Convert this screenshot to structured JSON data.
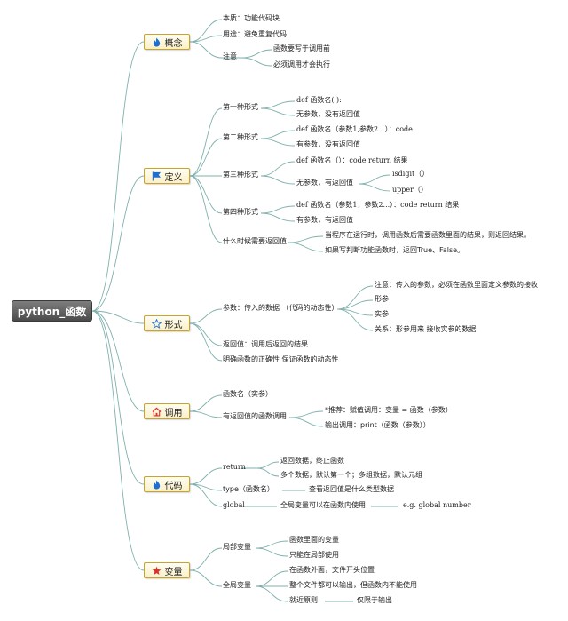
{
  "root": "python_函数",
  "branches": {
    "concept": {
      "label": "概念",
      "icon": "flame-icon",
      "items": [
        "本质：功能代码块",
        "用途：避免重复代码",
        "注意"
      ],
      "note_items": [
        "函数要写于调用前",
        "必须调用才会执行"
      ]
    },
    "definition": {
      "label": "定义",
      "icon": "flag-icon",
      "forms": [
        "第一种形式",
        "第二种形式",
        "第三种形式",
        "第四种形式",
        "什么时候需要返回值"
      ],
      "form1": [
        "def 函数名( ):",
        "无参数，没有返回值"
      ],
      "form2": [
        "def 函数名（参数1,参数2...）：code",
        "有参数，没有返回值"
      ],
      "form3": [
        "def 函数名（）：code return 结果",
        "无参数，有返回值"
      ],
      "form3_examples": [
        "isdigit（）",
        "upper（）"
      ],
      "form4": [
        "def 函数名（参数1，参数2...）：code return 结果",
        "有参数，有返回值"
      ],
      "when_return": [
        "当程序在运行时，调用函数后需要函数里面的结果，则返回结果。",
        "如果写判断功能函数时，返回True、False。"
      ]
    },
    "params": {
      "label": "形式",
      "icon": "star-outline-icon",
      "items": [
        "参数：传入的数据 （代码的动态性）",
        "返回值：调用后返回的结果",
        "明确函数的正确性 保证函数的动态性"
      ],
      "param_items": [
        "注意：传入的参数，必须在函数里面定义参数的接收",
        "形参",
        "实参",
        "关系：形参用来 接收实参的数据"
      ]
    },
    "call": {
      "label": "调用",
      "icon": "home-icon",
      "items": [
        "函数名（实参）",
        "有返回值的函数调用"
      ],
      "call_items": [
        "*推荐：赋值调用：变量 = 函数（参数）",
        "输出调用：print（函数（参数））"
      ]
    },
    "code": {
      "label": "代码",
      "icon": "flame-icon",
      "items": [
        "return",
        "type（函数名）",
        "global"
      ],
      "return_items": [
        "返回数据，终止函数",
        "多个数据，默认第一个；多组数据，默认元组"
      ],
      "type_desc": "查看返回值是什么类型数据",
      "global_desc": "全局变量可以在函数内使用",
      "global_example": "e.g. global number"
    },
    "variables": {
      "label": "变量",
      "icon": "star-filled-icon",
      "items": [
        "局部变量",
        "全局变量"
      ],
      "local_items": [
        "函数里面的变量",
        "只能在局部使用"
      ],
      "global_items": [
        "在函数外面，文件开头位置",
        "整个文件都可以输出，但函数内不能使用",
        "就近原则"
      ],
      "nearest_desc": "仅限于输出"
    }
  },
  "colors": {
    "line": "#7fb0ad",
    "node_border": "#c9a42a",
    "icon_blue": "#1f6fd1",
    "icon_red": "#d9322b"
  }
}
